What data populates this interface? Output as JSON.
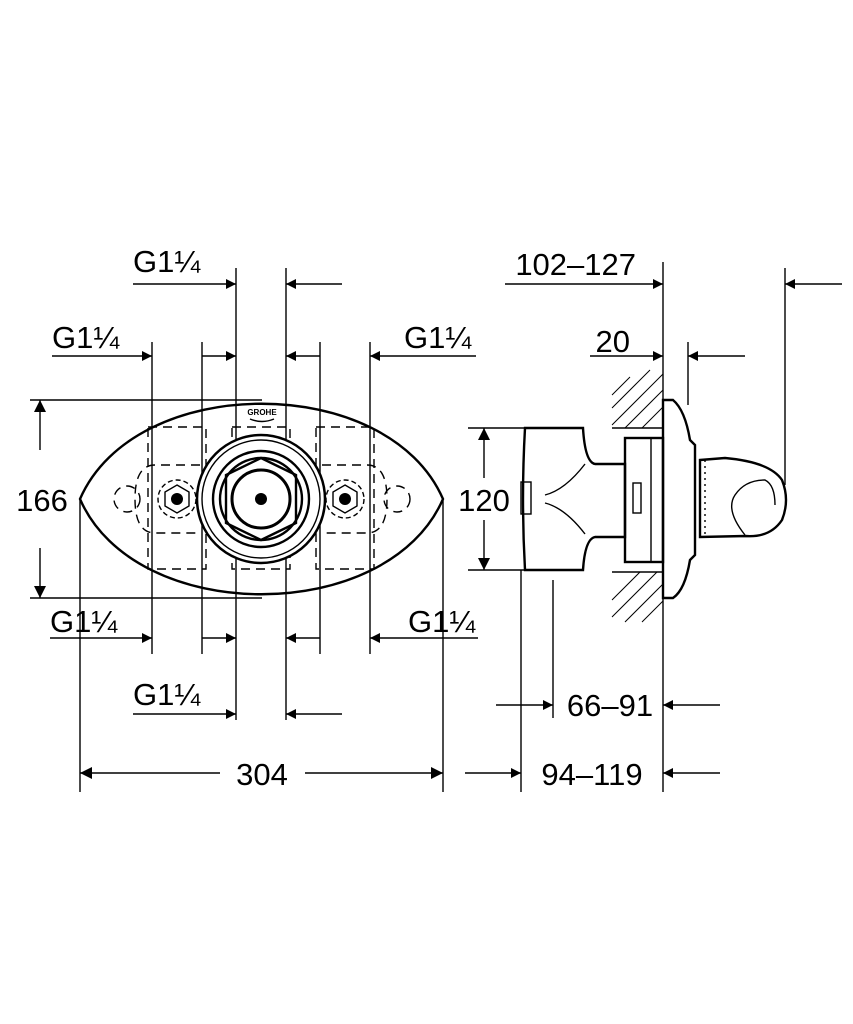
{
  "drawing": {
    "brand_logo": "GROHE",
    "front_view": {
      "height_label": "166",
      "width_label": "304",
      "thread_labels": {
        "top_center": "G1¼",
        "top_left": "G1¼",
        "top_right": "G1¼",
        "bottom_left": "G1¼",
        "bottom_right": "G1¼",
        "bottom_center": "G1¼"
      }
    },
    "side_view": {
      "projection_label": "102–127",
      "flange_label": "20",
      "body_height_label": "120",
      "wall_depth_label": "66–91",
      "total_depth_label": "94–119"
    }
  }
}
